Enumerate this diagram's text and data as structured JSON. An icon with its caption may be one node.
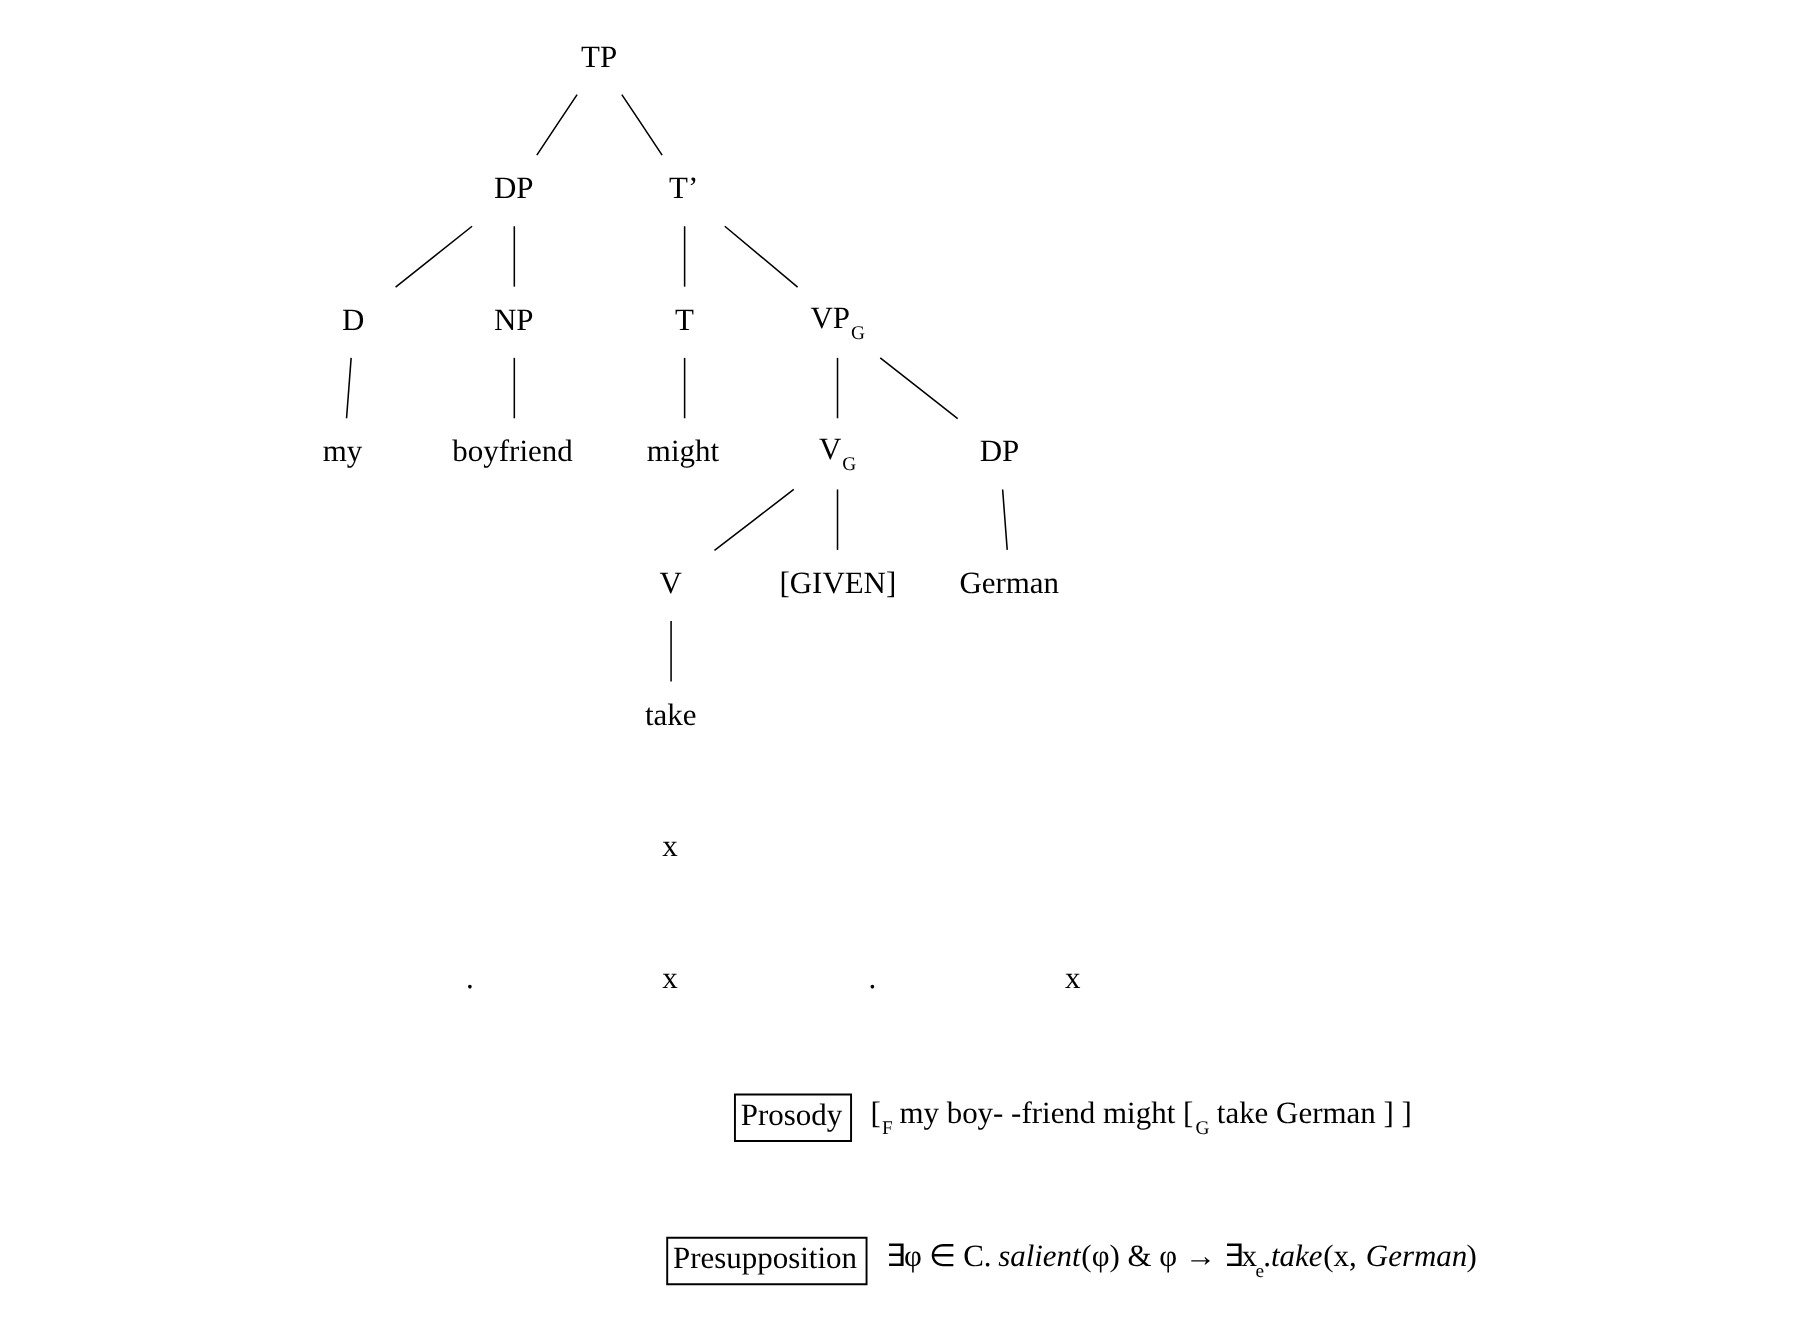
{
  "diagram": {
    "nodes": [
      {
        "text": [
          "TP"
        ]
      },
      {
        "text": [
          "DP"
        ]
      },
      {
        "text": [
          "T’"
        ]
      },
      {
        "text": [
          "D"
        ]
      },
      {
        "text": [
          "NP"
        ]
      },
      {
        "text": [
          "T"
        ]
      },
      {
        "text": [
          "VP$_{G}$"
        ]
      },
      {
        "text": [
          "my"
        ]
      },
      {
        "text": [
          "boyfriend"
        ]
      },
      {
        "text": [
          "might"
        ]
      },
      {
        "text": [
          "V$_{G}$"
        ]
      },
      {
        "text": [
          "DP"
        ]
      },
      {
        "text": [
          "V"
        ]
      },
      {
        "text": [
          "[GIVEN]"
        ]
      },
      {
        "text": [
          "German"
        ]
      },
      {
        "text": [
          "take"
        ]
      },
      {
        "text": [
          "Prosody"
        ],
        "beside": [
          "[$_{F}$ my boy- -friend might [$_{G}$ take German ] ]"
        ]
      },
      {
        "text": [
          "Presupposition"
        ],
        "beside": [
          "∃φ ∈ C. *salient*(φ) & φ → ∃x$_{e}$.*take*(x, *German*)"
        ]
      }
    ],
    "edges": [
      {
        "from": 0,
        "to": 1,
        "arrow": "none"
      },
      {
        "from": 0,
        "to": 2,
        "arrow": "none"
      },
      {
        "from": 1,
        "to": 3,
        "arrow": "none"
      },
      {
        "from": 1,
        "to": 4,
        "arrow": "none"
      },
      {
        "from": 2,
        "to": 5,
        "arrow": "none"
      },
      {
        "from": 2,
        "to": 6,
        "arrow": "none"
      },
      {
        "from": 3,
        "to": 7,
        "arrow": "none"
      },
      {
        "from": 4,
        "to": 8,
        "arrow": "none"
      },
      {
        "from": 5,
        "to": 9,
        "arrow": "none"
      },
      {
        "from": 6,
        "to": 10,
        "arrow": "none"
      },
      {
        "from": 6,
        "to": 11,
        "arrow": "none"
      },
      {
        "from": 10,
        "to": 12,
        "arrow": "none"
      },
      {
        "from": 10,
        "to": 13,
        "arrow": "none"
      },
      {
        "from": 11,
        "to": 14,
        "arrow": "none"
      },
      {
        "from": 12,
        "to": 15,
        "arrow": "none"
      }
    ],
    "labels": [
      "x",
      ".",
      "x",
      ".",
      "x"
    ]
  }
}
